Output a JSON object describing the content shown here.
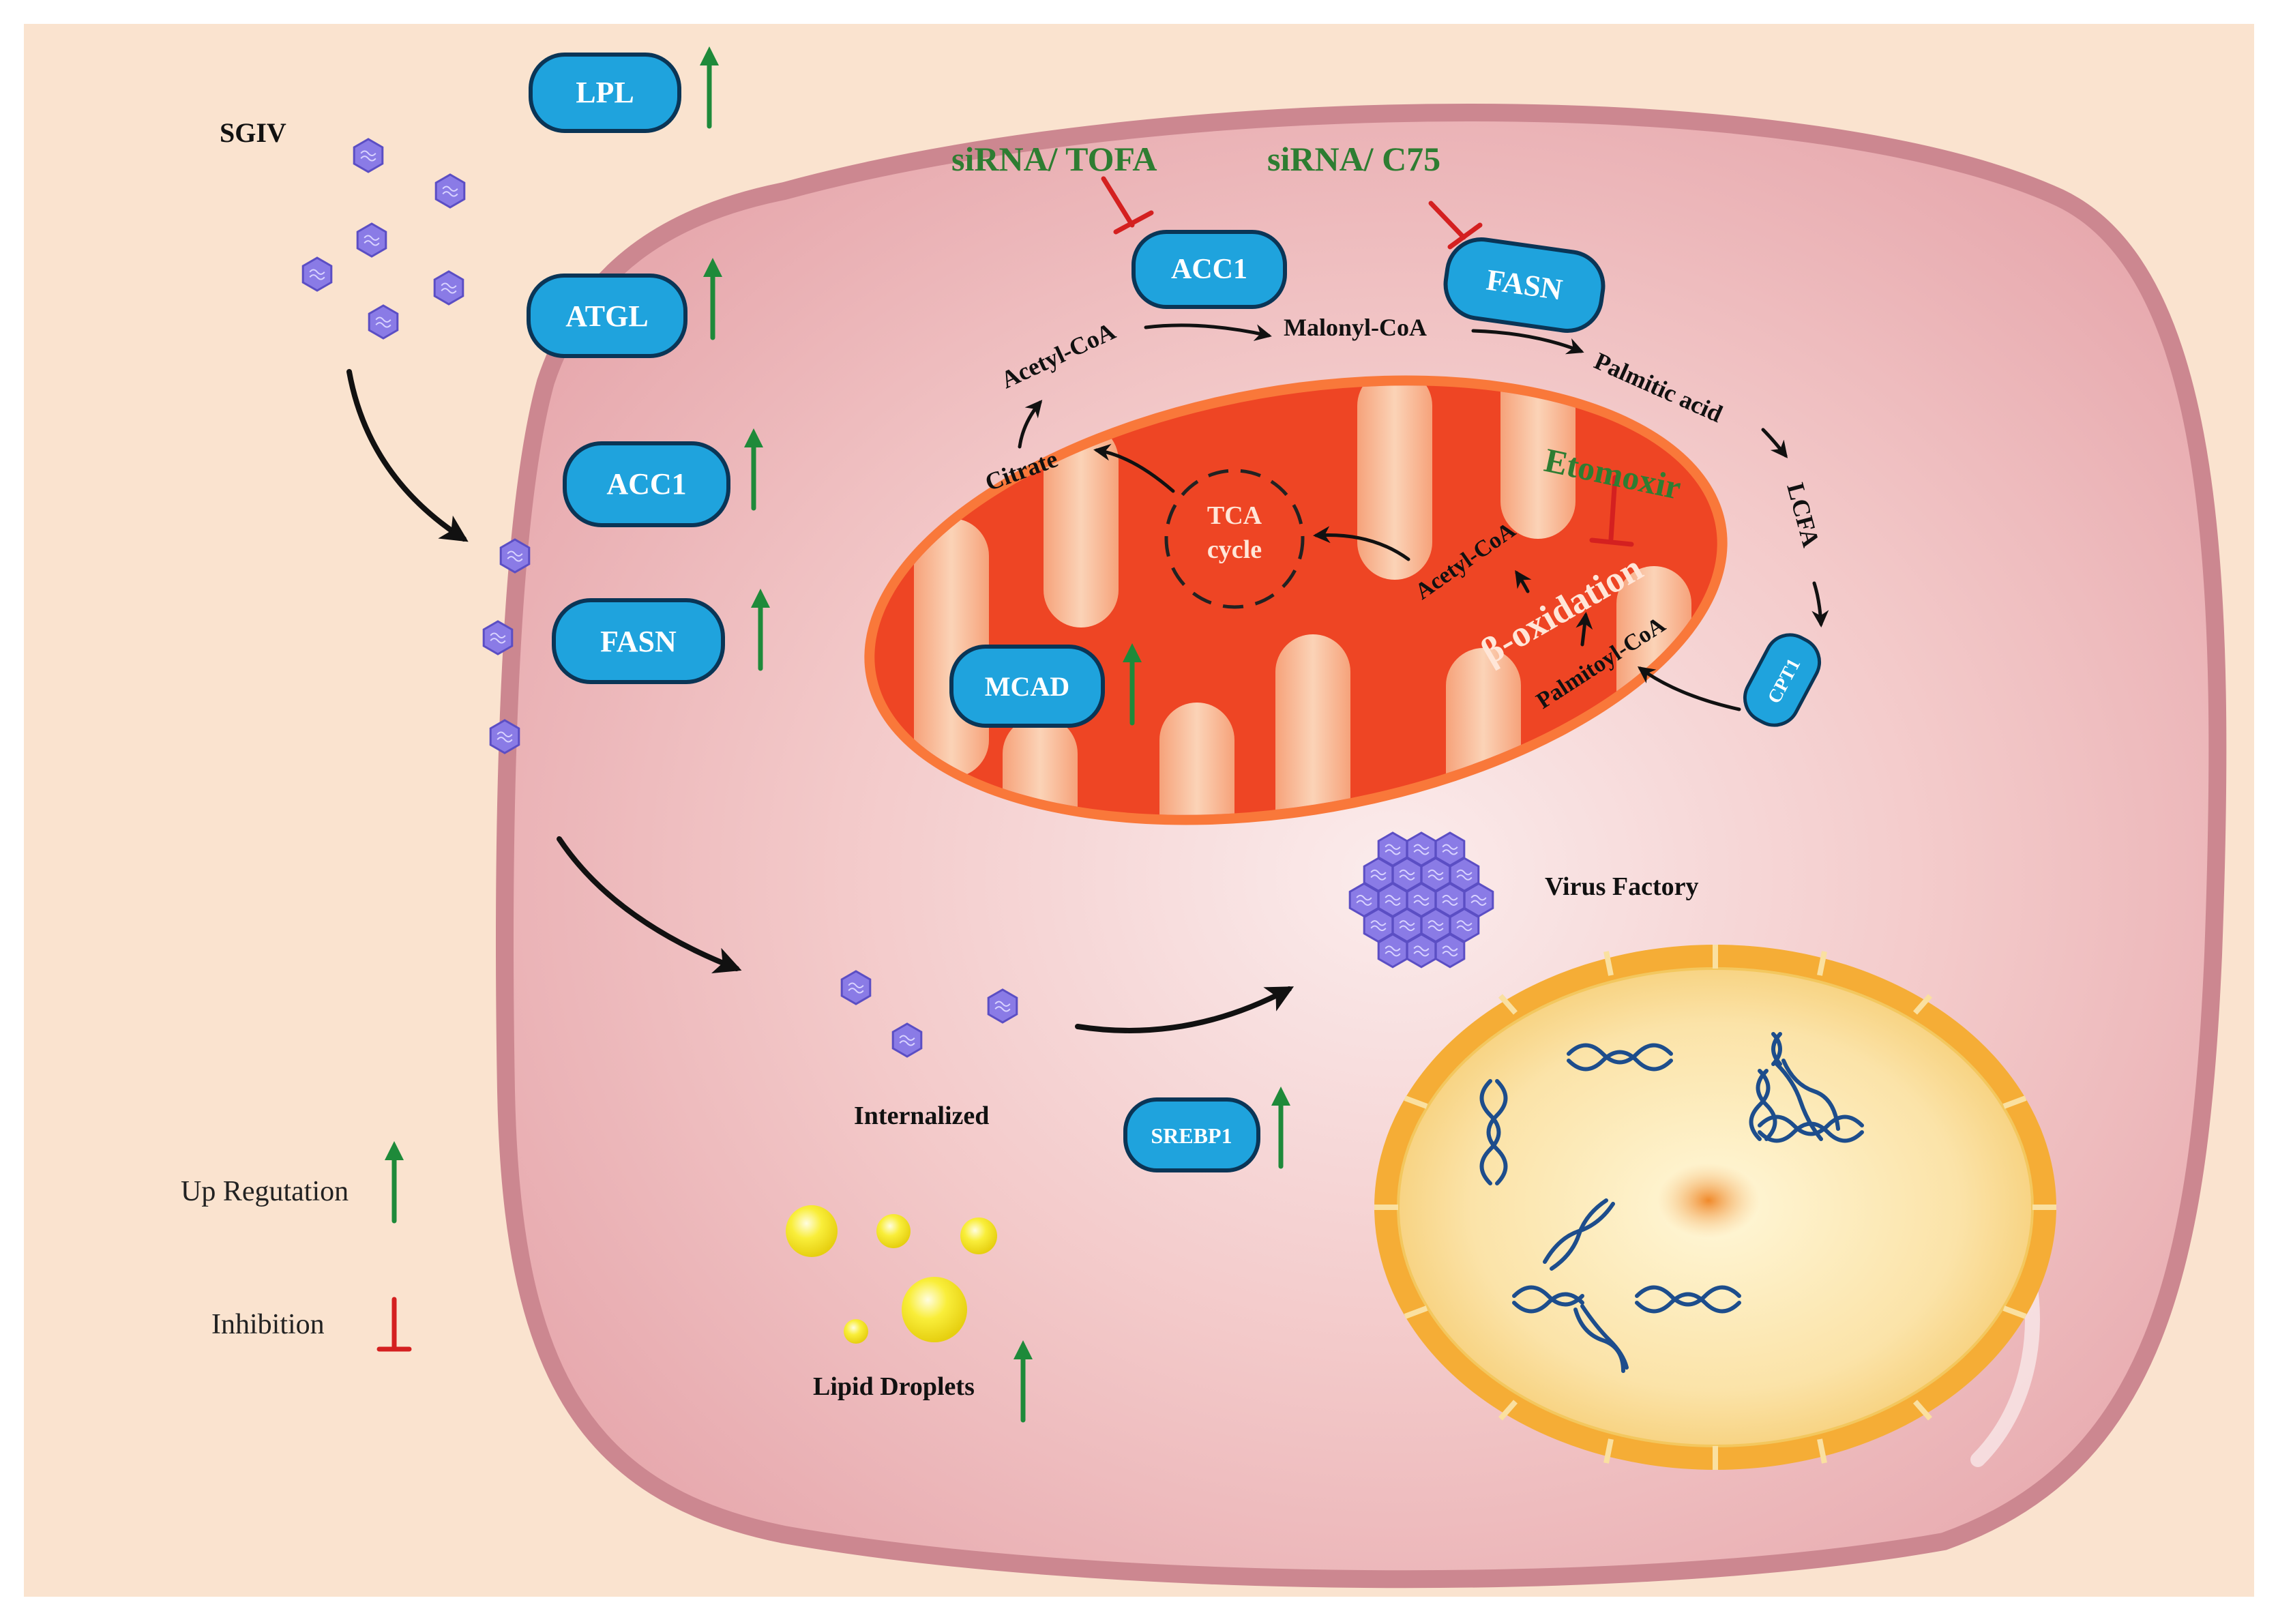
{
  "colors": {
    "background": "#fae3cf",
    "cell": "#f2c4c4",
    "cell_membrane": "#d08c94",
    "mitochondrion": "#f04a28",
    "protein": "#1fa3dd",
    "protein_border": "#0a3556",
    "virus": "#8a7be6",
    "up_arrow": "#1e8a3a",
    "inhibition": "#d42020",
    "drug_text": "#2e7d32",
    "lipid": "#f7ea34",
    "nucleus": "#f5b03a",
    "dna": "#1d4d8c"
  },
  "labels": {
    "sgiv": "SGIV",
    "internalized": "Internalized",
    "virus_factory": "Virus Factory",
    "lipid_droplets": "Lipid Droplets",
    "legend_up": "Up Regutation",
    "legend_inhibition": "Inhibition"
  },
  "proteins": {
    "lpl": "LPL",
    "atgl": "ATGL",
    "acc1_left": "ACC1",
    "fasn_left": "FASN",
    "acc1_top": "ACC1",
    "fasn_top": "FASN",
    "mcad": "MCAD",
    "cpt1": "CPT1",
    "srebp1": "SREBP1"
  },
  "drugs": {
    "tofa": "siRNA/ TOFA",
    "c75": "siRNA/ C75",
    "etomoxir": "Etomoxir"
  },
  "metabolites": {
    "acetyl_coa_top": "Acetyl-CoA",
    "malonyl_coa": "Malonyl-CoA",
    "palmitic_acid": "Palmitic acid",
    "lcfa": "LCFA",
    "citrate": "Citrate",
    "tca_line1": "TCA",
    "tca_line2": "cycle",
    "acetyl_coa_mito": "Acetyl-CoA",
    "beta_oxidation": "β-oxidation",
    "palmitoyl_coa": "Palmitoyl-CoA"
  }
}
